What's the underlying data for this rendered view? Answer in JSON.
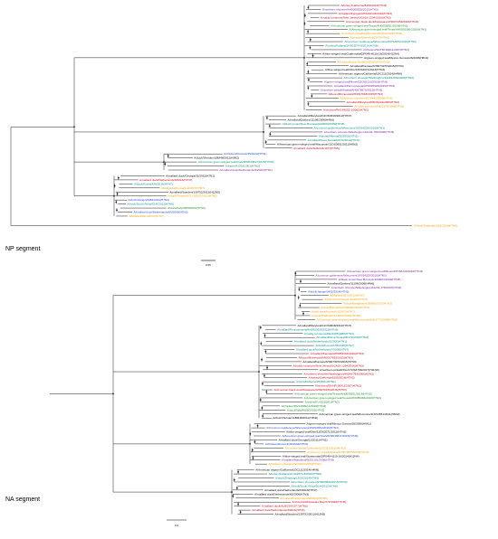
{
  "colors": {
    "black": "#000000",
    "red": "#d0021b",
    "green": "#1a8a2e",
    "teal": "#008b8b",
    "purple": "#7b1fa2",
    "blue": "#1f3fd1",
    "orange": "#f5a000"
  },
  "segments": [
    {
      "id": "np",
      "title": "NP segment",
      "scale_label": "0.05",
      "clusters": [
        {
          "node": [
            330,
            60
          ],
          "leaves": [
            [
              "A/turkey/California/6199/2016(H7N3)",
              "red"
            ],
            [
              "A/northern shoveler/AH0009526/2015(H7N3)",
              "purple"
            ],
            [
              "A/mallard/Kansas/AH0044134/2016(H7N3)",
              "red"
            ],
            [
              "A/ruddy turnstone/New Jersey/UGA16-1294/2016(H7N3)",
              "red"
            ],
            [
              "A/American black duck/Delaware/AH0070159/2016(H7N3)",
              "red"
            ],
            [
              "A/American green-winged teal/Texas/AH0059551/2016(H7N3)",
              "green"
            ],
            [
              "A/American green-winged teal/Texas/AH0055366/2016(H7N3)",
              "green"
            ],
            [
              "A/northern pintail/California/LDC251/2015(H7N3)",
              "orange"
            ],
            [
              "A/pintail/Alberta/18/2007(H7N3)",
              "orange"
            ],
            [
              "A/Common Goldeneye/Wisconsin/15OS2651/2016(H7N3)",
              "teal"
            ],
            [
              "A/turkey/Indiana/16-001574-8/2016(H7N8)",
              "teal"
            ],
            [
              "A/chicken/SK/HR-00011/2007(H7N3)",
              "purple"
            ],
            [
              "A/blue-winged teal/Guatemala/CIP049-H119-16/2014(H12N4)",
              "black"
            ],
            [
              "A/green-winged teal/Mexico-Sonora/26/2006(H6N1)",
              "black"
            ],
            [
              "A/mallard/Nova Scotia/00228/2007(H7N3)",
              "orange"
            ],
            [
              "A/mallard/Kansas/AH0073070/2015(H7N3)",
              "black"
            ],
            [
              "A/blue-winged teal/Ohio/13OS2071/2013(H7N3)",
              "black"
            ],
            [
              "A/American wigeon/California/LDC111/2014(H4N8)",
              "black"
            ],
            [
              "A/northern shoveler/Washington/44249-849/2006(H7N3)",
              "teal"
            ],
            [
              "A/green-winged teal/Illinois/15OS6133/2016(H7N3)",
              "purple"
            ],
            [
              "A/mallard/Pennsylvania/AH0020920/2015(H7N3)",
              "purple"
            ],
            [
              "A/northern pintail/Alaska/AH0078876/2015(H7N3)",
              "purple"
            ],
            [
              "A/feces/Minnesota/AH0017818/2015(H7N3)",
              "red"
            ],
            [
              "A/Northern shoveler/SC/6443/2009(H7N3)",
              "orange"
            ],
            [
              "A/mallard/Maryland/06OS101/2006(H7N3)",
              "red"
            ],
            [
              "A/ruddy turnstone/DE/2378/1988(H7N3)",
              "orange"
            ],
            [
              "A/chicken/PA/149092-1/2002(H7N2)",
              "red"
            ]
          ]
        },
        {
          "node": [
            285,
            130
          ],
          "leaves": [
            [
              "A/mallard/Maryland/11OS3818/2012(H7N7)",
              "black"
            ],
            [
              "A/mallard/Quebec/11106/2006(H4N6)",
              "black"
            ],
            [
              "A/black scoter/New Brunswick/00003/2009(H7N8)",
              "teal"
            ],
            [
              "A/common goldeneye/Wisconsin/10OS4202/2010(H7N3)",
              "teal"
            ],
            [
              "A/northern shoveler/Washington/44249-783/2006(H7N3)",
              "purple"
            ],
            [
              "A/pintail/Alberta/25/2001(H7N1)",
              "teal"
            ],
            [
              "A/mallard/Nova Scotia/00172/2010(H7N3)",
              "teal"
            ],
            [
              "A/American green-winged teal/Wisconsin/11OS3651/2011(H6N2)",
              "black"
            ],
            [
              "A/mallard duck/ALB/224/1977(H7N5)",
              "red"
            ]
          ]
        },
        {
          "node": [
            175,
            183
          ],
          "leaves": [
            [
              "A/chicken/Rostock/45/1934(H7N1)",
              "blue"
            ],
            [
              "A/duck/Vietnam/LBM48/2011(H3N2)",
              "black"
            ],
            [
              "A/American green-winged teal/Utah/AH0043817/2015(H7N3)",
              "teal"
            ],
            [
              "A/swine/KU/16/2001(H7N2)",
              "green"
            ],
            [
              "A/mallard duck/Netherlands/2/2000(H7N1)",
              "purple"
            ]
          ]
        },
        {
          "node": [
            120,
            245
          ],
          "leaves": [
            [
              "A/mallard duck/Georgia/11/2011(H7N1)",
              "black"
            ],
            [
              "A/mallard duck/Netherlands/6/2016(H7N7)",
              "red"
            ],
            [
              "A/duck/Korea/A76/2016(H7N7)",
              "teal"
            ],
            [
              "A/wild duck/Korea/A-2/2007(H7N7)",
              "orange"
            ],
            [
              "A/mallard/Sweden/139752/2012(H12N5)",
              "black"
            ],
            [
              "A/duck/Thailand/CU-10007/2011(H7N1)",
              "orange"
            ],
            [
              "A/duck/Jiangxi/3452/2014(H7N3)",
              "blue"
            ],
            [
              "A/rook/South Africa/DLH/2012(H7N8)",
              "teal"
            ],
            [
              "A/duck/Italy/4669/2003(H7N3)",
              "green"
            ],
            [
              "A/mallard duck/Netherlands/60/2006(H7N3)",
              "blue"
            ],
            [
              "A/Mallard/SE/1/2013(H7N7)",
              "orange"
            ]
          ]
        }
      ],
      "outgroup": [
        "A/duck/Zhejiang/LS02/2014(H7N9)",
        "orange"
      ]
    },
    {
      "id": "na",
      "title": "NA segment",
      "scale_label": "0.5",
      "clusters": [
        {
          "node": [
            320,
            330
          ],
          "leaves": [
            [
              "A/American green-winged teal/Illinois/15OS6133/2016(H7N3)",
              "purple"
            ],
            [
              "A/common goldeneye/Wisconsin/10OS4202/2010(H7N3)",
              "purple"
            ],
            [
              "A/black scoter/New Brunswick/00003/2009(H7N8)",
              "purple"
            ],
            [
              "A/mallard/Quebec/11106/2006(H4N6)",
              "black"
            ],
            [
              "A/northern shoveler/Washington/44249-178/2007(H7N3)",
              "purple"
            ],
            [
              "A/duck/Jiangxi/3452/2014(H7N3)",
              "blue"
            ],
            [
              "A/Mallard/SE/1/2013(H7N7)",
              "orange"
            ],
            [
              "A/wild duck/Korea/A-2/2007(H7N7)",
              "orange"
            ],
            [
              "A/duck/Bangladesh/38982/2015(H7N3)",
              "orange"
            ],
            [
              "A/duck/Bangladesh/38980/2015(H7N3)",
              "orange"
            ],
            [
              "A/wild duck/Korea/A-2/2007(H7N7)",
              "orange"
            ],
            [
              "A/duck/Thailand/CU-10007/2011(H7N1)",
              "orange"
            ],
            [
              "A/American green-winged teal/Minnesota/AI08-2772/2008(H7N3)",
              "orange"
            ]
          ]
        },
        {
          "node": [
            280,
            395
          ],
          "leaves": [
            [
              "A/mallard/Maryland/11OS3818/2012(H7N7)",
              "black"
            ],
            [
              "A/mallard/Pennsylvania/AH0020920/2015(H7N3)",
              "teal"
            ],
            [
              "A/ruddy turnstone/DE/2378/1988(H7N3)",
              "teal"
            ],
            [
              "A/mallard/Nova Scotia/00172/2010(H7N3)",
              "teal"
            ],
            [
              "A/mallard duck/Netherlands/2/2000(H7N1)",
              "teal"
            ],
            [
              "A/duck/Korea/A76/2016(H7N7)",
              "teal"
            ],
            [
              "A/mallard duck/Netherlands/7/2009(H7N7)",
              "teal"
            ],
            [
              "A/mallard/Kansas/AH0064134/2016(H7N3)",
              "red"
            ],
            [
              "A/feces/Minnesota/AH0017818/2015(H7N3)",
              "red"
            ],
            [
              "A/mallard/Kansas/AH0073070/2015(H7N3)",
              "black"
            ],
            [
              "A/ruddy turnstone/New Jersey/UGA16-1294/2016(H7N3)",
              "red"
            ],
            [
              "A/northern pintail/Ohio/17OS3766/2017(H11N9)",
              "black"
            ],
            [
              "A/northern shoveler/Washington/44249-783/2006(H7N3)",
              "red"
            ],
            [
              "A/turkey/California/6199/2016(H7N3)",
              "red"
            ],
            [
              "A/pintail/Alberta/25/2001(H7N1)",
              "teal"
            ],
            [
              "A/chicken/SK/HR-00011/2007(H7N3)",
              "red"
            ],
            [
              "A/American black duck/Delaware/AH0070159/2016(H7N3)",
              "red"
            ],
            [
              "A/American green-winged teal/Texas/AH0059551/2016(H7N3)",
              "green"
            ],
            [
              "A/American green-winged teal/Texas/AH0055366/2016(H7N3)",
              "green"
            ],
            [
              "A/swine/KU/16/2001(H7N2)",
              "green"
            ],
            [
              "A/chicken/PA/149092-1/2002(H7N2)",
              "green"
            ],
            [
              "A/duck/Italy/4669/2003(H7N3)",
              "green"
            ],
            [
              "A/American green-winged teal/Wisconsin/11OS3651/2011(H6N2)",
              "black"
            ],
            [
              "A/duck/Vietnam/LBM48/2011(H3N2)",
              "black"
            ]
          ]
        },
        {
          "node": [
            270,
            470
          ],
          "leaves": [
            [
              "A/green-winged teal/Mexico-Sonora/26/2006(H6N1)",
              "black"
            ],
            [
              "A/Common Goldeneye/Wisconsin/15OS2651/2016(H7N3)",
              "blue"
            ],
            [
              "A/blue-winged teal/Ohio/13OS2071/2013(H7N3)",
              "black"
            ],
            [
              "A/American green-winged teal/Utah/AH0043817/2015(H7N8)",
              "blue"
            ],
            [
              "A/mallard duck/Georgia/11/2011(H7N1)",
              "black"
            ],
            [
              "A/chicken/Rostock/45/1934(H7N1)",
              "blue"
            ],
            [
              "A/northern pintail/California/LDC251/2015(H7N3)",
              "orange"
            ],
            [
              "A/northern pintail/Alaska/AH0078876/2015(H7N3)",
              "orange"
            ],
            [
              "A/blue-winged teal/Guatemala/CIP049-H119-16/2014(H12N4)",
              "black"
            ],
            [
              "A/mallard/Maryland/06OS101/2006(H7N3)",
              "purple"
            ],
            [
              "A/Northern shoveler/SC/6443/2009(H7N3)",
              "orange"
            ]
          ]
        },
        {
          "node": [
            250,
            525
          ],
          "leaves": [
            [
              "A/American wigeon/California/LDC111/2014(H4N8)",
              "black"
            ],
            [
              "A/turkey/Indiana/16-001574-8/2016(H7N8)",
              "teal"
            ],
            [
              "A/duck/Zhejiang/LS02/2014(H7N9)",
              "teal"
            ],
            [
              "A/northern shoveler/AH0009526/2015(H7N3)",
              "teal"
            ],
            [
              "A/rook/South Africa/DLH/2012(H7N8)",
              "teal"
            ],
            [
              "A/mallard duck/Netherlands/6/2016(H7N7)",
              "black"
            ],
            [
              "A/mallard duck/Netherlands/60/2006(H7N3)",
              "black"
            ],
            [
              "A/mallard/California/1299/2016(H7N5)",
              "orange"
            ],
            [
              "A/shorebird/Delaware Bay/274/1984(H7N5)",
              "red"
            ],
            [
              "A/mallard duck/ALB/224/1977(H7N5)",
              "red"
            ],
            [
              "A/mallard duck/Netherlands/3/2016(H7N3)",
              "red"
            ],
            [
              "A/mallard/Sweden/139752/2012(H12N5)",
              "black"
            ]
          ]
        }
      ]
    }
  ]
}
